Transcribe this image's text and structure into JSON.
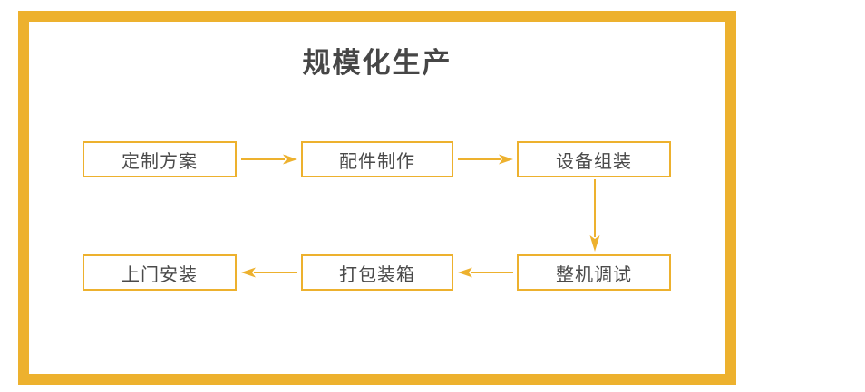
{
  "page": {
    "title": "规模化生产",
    "background_color": "#ffffff"
  },
  "theme": {
    "frame_color": "#edb12e",
    "box_border_color": "#edb12e",
    "box_fill_color": "#ffffff",
    "text_color": "#4a4a4a",
    "arrow_color": "#edb12e"
  },
  "diagram": {
    "type": "flowchart",
    "rows": [
      {
        "direction": "left-to-right",
        "nodes": [
          {
            "id": "node-1",
            "label": "定制方案"
          },
          {
            "id": "node-2",
            "label": "配件制作"
          },
          {
            "id": "node-3",
            "label": "设备组装"
          }
        ]
      },
      {
        "direction": "right-to-left",
        "nodes": [
          {
            "id": "node-4",
            "label": "上门安装"
          },
          {
            "id": "node-5",
            "label": "打包装箱"
          },
          {
            "id": "node-6",
            "label": "整机调试"
          }
        ]
      }
    ],
    "connectors": [
      {
        "id": "conn-1",
        "from": "node-1",
        "to": "node-2",
        "icon": "arrow-right-icon"
      },
      {
        "id": "conn-2",
        "from": "node-2",
        "to": "node-3",
        "icon": "arrow-right-icon"
      },
      {
        "id": "conn-3",
        "from": "node-3",
        "to": "node-6",
        "icon": "arrow-down-icon"
      },
      {
        "id": "conn-4",
        "from": "node-6",
        "to": "node-5",
        "icon": "arrow-left-icon"
      },
      {
        "id": "conn-5",
        "from": "node-5",
        "to": "node-4",
        "icon": "arrow-left-icon"
      }
    ]
  }
}
